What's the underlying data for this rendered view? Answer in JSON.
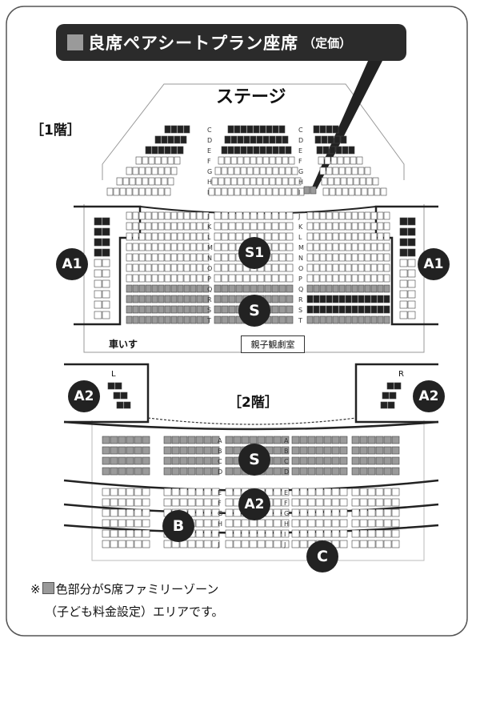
{
  "banner": {
    "title": "良席ペアシートプラン座席",
    "price": "（定価）"
  },
  "stage_label": "ステージ",
  "floor1_label": "［1階］",
  "floor2_label": "［2階］",
  "wheelchair_label": "車いす",
  "parent_room_label": "親子観劇室",
  "zones": {
    "a1": "A1",
    "s1": "S1",
    "s": "S",
    "a2": "A2",
    "b": "B",
    "c": "C"
  },
  "side_letters": {
    "left": "L",
    "right": "R"
  },
  "row_letters_floor1_front": [
    "C",
    "D",
    "E",
    "F",
    "G",
    "H",
    "I"
  ],
  "row_letters_floor1_back": [
    "J",
    "K",
    "L",
    "M",
    "N",
    "O",
    "P",
    "Q",
    "R",
    "S",
    "T"
  ],
  "row_letters_floor2": [
    "A",
    "B",
    "C",
    "D",
    "E",
    "F",
    "G",
    "H",
    "I",
    "J"
  ],
  "note": {
    "line1_prefix": "※",
    "line1_suffix": "色部分がS席ファミリーゾーン",
    "line2": "（子ども料金設定）エリアです。"
  },
  "colors": {
    "dark": "#222222",
    "gray": "#9a9a9a",
    "outline": "#444444"
  }
}
